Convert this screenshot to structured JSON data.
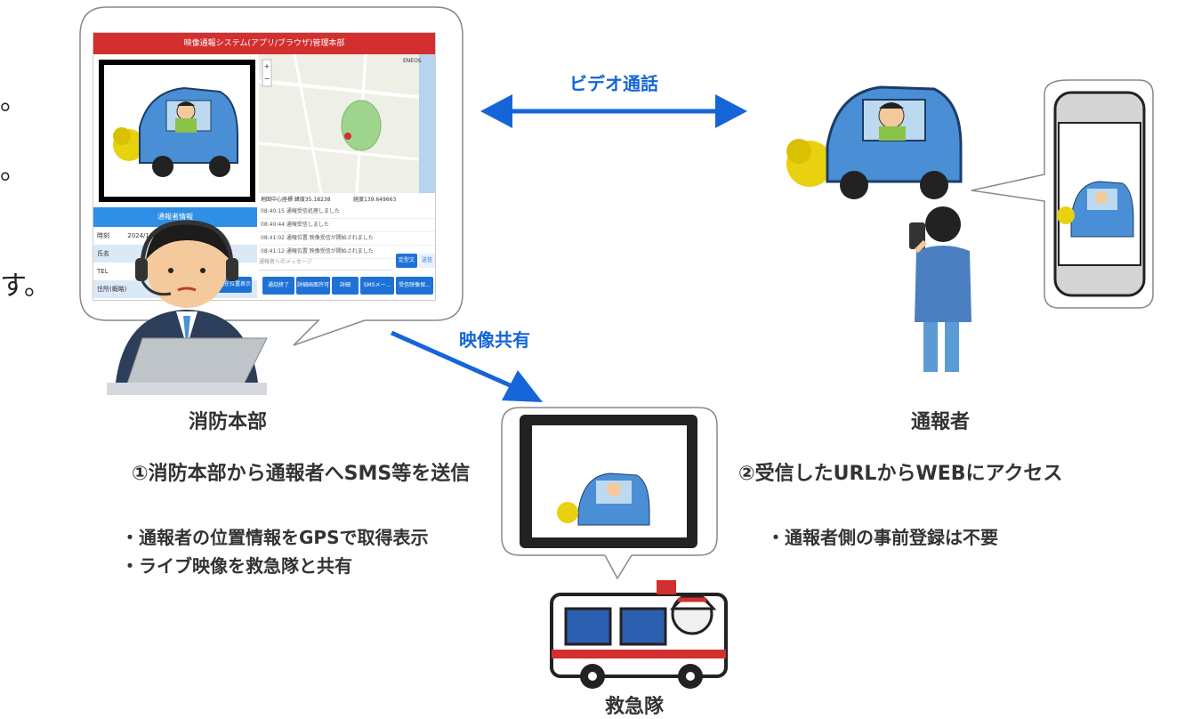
{
  "arrows": {
    "video_call_label": "ビデオ通話",
    "video_share_label": "映像共有"
  },
  "fire_hq": {
    "label": "消防本部",
    "step1": "①消防本部から通報者へSMS等を送信",
    "bullets": [
      "・通報者の位置情報をGPSで取得表示",
      "・ライブ映像を救急隊と共有"
    ]
  },
  "reporter": {
    "label": "通報者",
    "step2": "②受信したURLからWEBにアクセス",
    "bullets": [
      "・通報者側の事前登録は不要"
    ]
  },
  "ambulance": {
    "label": "救急隊"
  },
  "cut_text": {
    "line1": "。",
    "line2": "。",
    "line3": "す。"
  },
  "screen": {
    "title": "映像通報システム(アプリ/ブラウザ)管理本部",
    "info_header": "通報者情報",
    "info_rows": [
      {
        "key": "時刻",
        "value": "2024/11/14 08:40:40"
      },
      {
        "key": "氏名",
        "value": ""
      },
      {
        "key": "TEL",
        "value": ""
      },
      {
        "key": "住所(概略)",
        "value": ""
      }
    ],
    "coords_left": "地図中心座標 緯度35.18238",
    "coords_right": "経度139.649663",
    "log": [
      "08:40:15 通報受信処理しました",
      "08:40:44 通報受信しました",
      "08:41:02 通報位置 映像受信が開始されました",
      "08:41:12 通報位置 映像受信が開始されました"
    ],
    "message_placeholder": "通報者へのメッセージ",
    "send_label": "定型文",
    "small_label": "送信",
    "buttons": [
      "通話終了",
      "詳細画面許可",
      "詳細",
      "SMSメー...",
      "受信映像保..."
    ],
    "map_label": "ENEOS",
    "location_button": "現在位置表示"
  },
  "colors": {
    "arrow_blue": "#1565d8",
    "titlebar_red": "#d32f2f",
    "button_blue": "#1e72d6"
  }
}
